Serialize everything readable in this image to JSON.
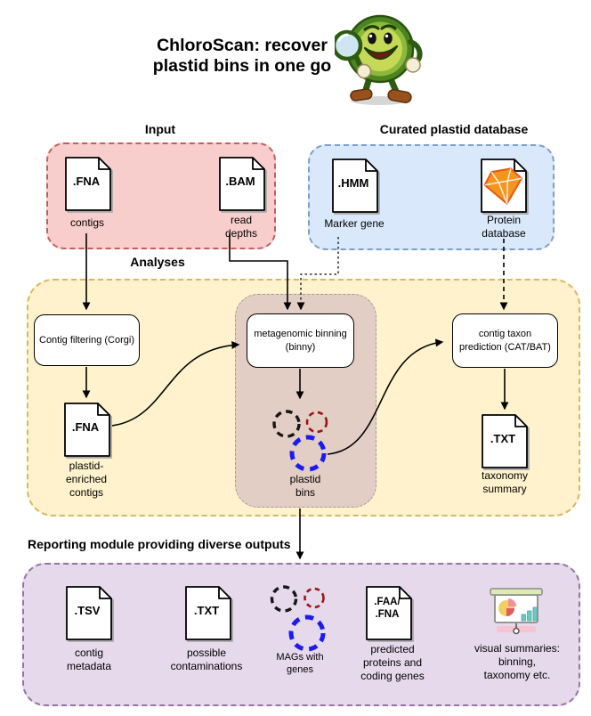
{
  "title": {
    "text": "ChloroScan: recover\nplastid bins in one go"
  },
  "colors": {
    "input_fill": "#f8cecc",
    "input_border": "#c0605c",
    "db_fill": "#dae8fc",
    "db_border": "#7d9ec9",
    "analyses_fill": "#fff2cc",
    "analyses_border": "#d8b860",
    "binning_fill": "#e3cec6",
    "binning_border": "#9b9b9b",
    "report_fill": "#e6d9ec",
    "report_border": "#9673a6",
    "bin_black": "#161616",
    "bin_red": "#9c1616",
    "bin_blue": "#1b1bef"
  },
  "icons": {
    "mascot": "green-plastid-mascot-with-magnifier",
    "file": "document-file-folded-corner",
    "protein_logo": "orange-diamond-gem",
    "bins": "dashed-circle-bins",
    "visual": "presentation-board-with-pie-and-bars"
  },
  "input": {
    "label": "Input",
    "fna": {
      "ext": ".FNA",
      "caption": "contigs"
    },
    "bam": {
      "ext": ".BAM",
      "caption": "read\ndepths"
    }
  },
  "database": {
    "label": "Curated plastid database",
    "hmm": {
      "ext": ".HMM",
      "caption": "Marker gene"
    },
    "protein": {
      "caption": "Protein\ndatabase"
    }
  },
  "analyses": {
    "label": "Analyses",
    "corgi": "Contig filtering (Corgi)",
    "binny": "metagenomic binning\n(binny)",
    "catbat": "contig taxon\nprediction (CAT/BAT)",
    "fna_out": {
      "ext": ".FNA",
      "caption": "plastid-\nenriched\ncontigs"
    },
    "txt_out": {
      "ext": ".TXT",
      "caption": "taxonomy\nsummary"
    },
    "bins_caption": "plastid\nbins"
  },
  "report": {
    "label": "Reporting module providing diverse outputs",
    "tsv": {
      "ext": ".TSV",
      "caption": "contig\nmetadata"
    },
    "txt": {
      "ext": ".TXT",
      "caption": "possible\ncontaminations"
    },
    "mags_caption": "MAGs with\ngenes",
    "faa": {
      "ext": ".FAA/\n.FNA",
      "caption": "predicted\nproteins and\ncoding genes"
    },
    "visual_caption": "visual summaries:\nbinning,\ntaxonomy etc."
  }
}
